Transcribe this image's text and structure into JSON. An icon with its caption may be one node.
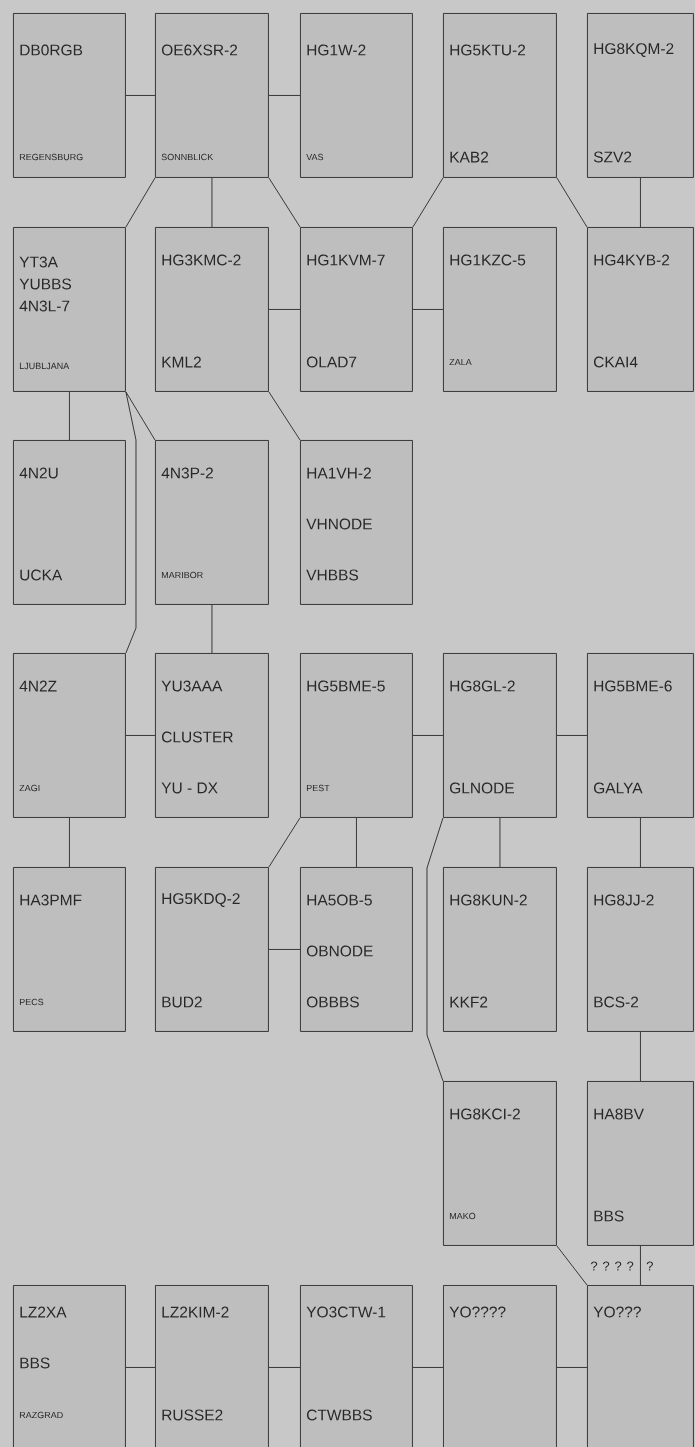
{
  "diagram": {
    "nodes": [
      {
        "text": [
          "DB0RGB",
          "REGENSBURG"
        ]
      },
      {
        "text": [
          "OE6XSR-2",
          "SONNBLICK"
        ]
      },
      {
        "text": [
          "HG1W-2",
          "VAS"
        ]
      },
      {
        "text": [
          "HG5KTU-2",
          "KAB2"
        ]
      },
      {
        "text": [
          "HG8KQM-2",
          "SZV2"
        ]
      },
      {
        "text": [
          "YT3A",
          "YUBBS",
          "4N3L-7",
          "LJUBLJANA"
        ]
      },
      {
        "text": [
          "HG3KMC-2",
          "KML2"
        ]
      },
      {
        "text": [
          "HG1KVM-7",
          "OLAD7"
        ]
      },
      {
        "text": [
          "HG1KZC-5",
          "ZALA"
        ]
      },
      {
        "text": [
          "HG4KYB-2",
          "CKAI4"
        ]
      },
      {
        "text": [
          "4N2U",
          "UCKA"
        ]
      },
      {
        "text": [
          "4N3P-2",
          "MARIBOR"
        ]
      },
      {
        "text": [
          "HA1VH-2",
          "VHNODE",
          "VHBBS"
        ]
      },
      {
        "text": [
          "4N2Z",
          "ZAGI"
        ]
      },
      {
        "text": [
          "YU3AAA",
          "CLUSTER",
          "YU - DX"
        ]
      },
      {
        "text": [
          "HG5BME-5",
          "PEST"
        ]
      },
      {
        "text": [
          "HG8GL-2",
          "GLNODE"
        ]
      },
      {
        "text": [
          "HG5BME-6",
          "GALYA"
        ]
      },
      {
        "text": [
          "HA3PMF",
          "PECS"
        ]
      },
      {
        "text": [
          "HG5KDQ-2",
          "BUD2"
        ]
      },
      {
        "text": [
          "HA5OB-5",
          "OBNODE",
          "OBBBS"
        ]
      },
      {
        "text": [
          "HG8KUN-2",
          "KKF2"
        ]
      },
      {
        "text": [
          "HG8JJ-2",
          "BCS-2"
        ]
      },
      {
        "text": [
          "HG8KCI-2",
          "MAKO"
        ]
      },
      {
        "text": [
          "HA8BV",
          "BBS"
        ]
      },
      {
        "text": [
          "LZ2XA",
          "BBS",
          "RAZGRAD"
        ]
      },
      {
        "text": [
          "LZ2KIM-2",
          "RUSSE2"
        ]
      },
      {
        "text": [
          "YO3CTW-1",
          "CTWBBS"
        ]
      },
      {
        "text": [
          "YO????"
        ]
      },
      {
        "text": [
          "YO???"
        ]
      }
    ],
    "edges": [
      {
        "from": 0,
        "to": 1,
        "arrow": "none"
      },
      {
        "from": 1,
        "to": 2,
        "arrow": "none"
      },
      {
        "from": 1,
        "to": 5,
        "arrow": "none"
      },
      {
        "from": 1,
        "to": 6,
        "arrow": "none"
      },
      {
        "from": 1,
        "to": 7,
        "arrow": "none"
      },
      {
        "from": 3,
        "to": 7,
        "arrow": "none"
      },
      {
        "from": 3,
        "to": 9,
        "arrow": "none"
      },
      {
        "from": 4,
        "to": 9,
        "arrow": "none"
      },
      {
        "from": 6,
        "to": 7,
        "arrow": "none"
      },
      {
        "from": 7,
        "to": 8,
        "arrow": "none"
      },
      {
        "from": 6,
        "to": 12,
        "arrow": "none"
      },
      {
        "from": 5,
        "to": 10,
        "arrow": "none"
      },
      {
        "from": 5,
        "to": 11,
        "arrow": "none"
      },
      {
        "from": 5,
        "to": 13,
        "arrow": "none"
      },
      {
        "from": 11,
        "to": 14,
        "arrow": "none"
      },
      {
        "from": 13,
        "to": 14,
        "arrow": "none"
      },
      {
        "from": 15,
        "to": 16,
        "arrow": "none"
      },
      {
        "from": 16,
        "to": 17,
        "arrow": "none"
      },
      {
        "from": 13,
        "to": 18,
        "arrow": "none"
      },
      {
        "from": 15,
        "to": 19,
        "arrow": "none"
      },
      {
        "from": 15,
        "to": 20,
        "arrow": "none"
      },
      {
        "from": 19,
        "to": 20,
        "arrow": "none"
      },
      {
        "from": 16,
        "to": 21,
        "arrow": "none"
      },
      {
        "from": 16,
        "to": 23,
        "arrow": "none"
      },
      {
        "from": 17,
        "to": 22,
        "arrow": "none"
      },
      {
        "from": 22,
        "to": 24,
        "arrow": "none"
      },
      {
        "from": 23,
        "to": 29,
        "arrow": "none"
      },
      {
        "from": 24,
        "to": 29,
        "arrow": "none"
      },
      {
        "from": 25,
        "to": 26,
        "arrow": "none"
      },
      {
        "from": 26,
        "to": 27,
        "arrow": "none"
      },
      {
        "from": 27,
        "to": 28,
        "arrow": "none"
      },
      {
        "from": 28,
        "to": 29,
        "arrow": "none"
      }
    ],
    "labels": [
      "? ? ? ?",
      "?"
    ]
  }
}
